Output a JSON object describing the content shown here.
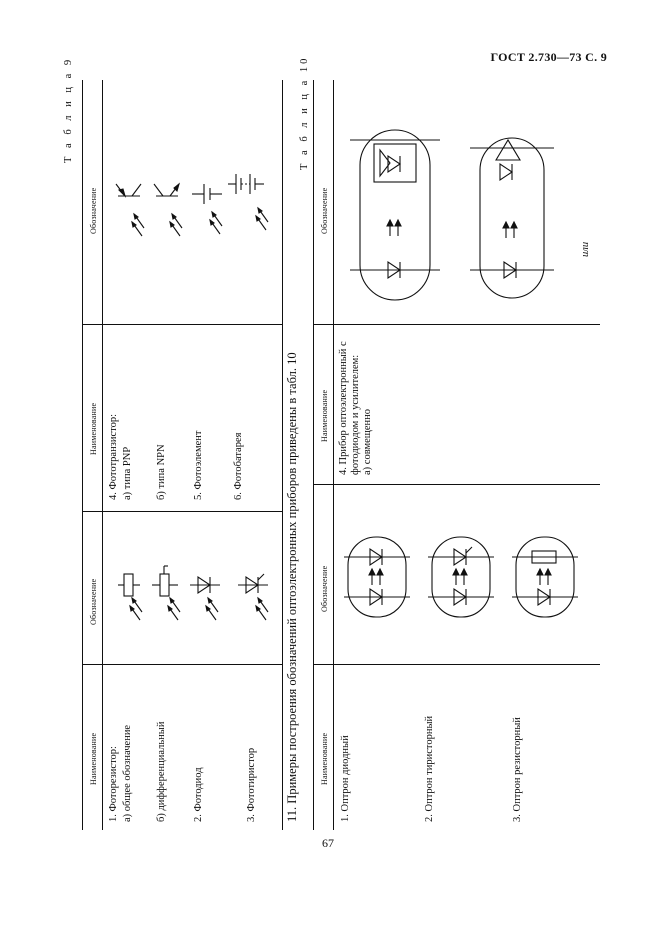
{
  "header": {
    "standard": "ГОСТ 2.730—73 С. 9"
  },
  "page_number": "67",
  "table9": {
    "caption": "Т а б л и ц а  9",
    "col_name": "Наименование",
    "col_symbol": "Обозначение",
    "left_rows": [
      "1. Фоторезистор:",
      "а) общее обозначение",
      "б) дифференциальный",
      "2. Фотодиод",
      "3. Фототиристор"
    ],
    "right_rows": [
      "4. Фототранзистор:",
      "а) типа PNP",
      "б) типа NPN",
      "5. Фотоэлемент",
      "6. Фотобатарея"
    ]
  },
  "section_title": "11. Примеры построения обозначений оптоэлектронных приборов приведены в табл. 10",
  "table10": {
    "caption": "Т а б л и ц а 10",
    "col_name": "Наименование",
    "col_symbol": "Обозначение",
    "left_rows": [
      "1. Оптрон диодный",
      "2. Оптрон тиристорный",
      "3. Оптрон резисторный"
    ],
    "right_rows": [
      "4. Прибор оптоэлектронный с",
      "фотодиодом и усилителем:",
      "а) совмещенно"
    ],
    "or_label": "или"
  }
}
